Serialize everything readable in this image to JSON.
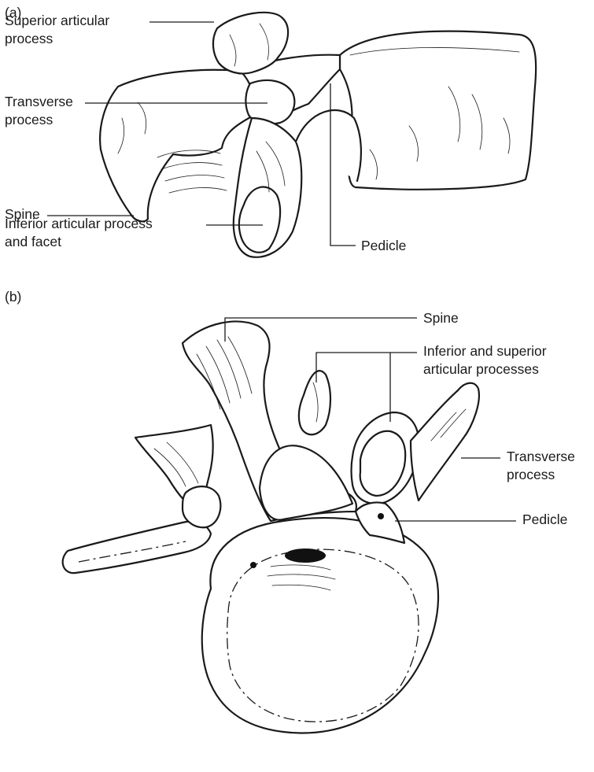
{
  "panels": [
    {
      "id": "a",
      "tag": "(a)"
    },
    {
      "id": "b",
      "tag": "(b)"
    }
  ],
  "labels_a": {
    "superior_line1": "Superior articular",
    "superior_line2": "process",
    "transverse_line1": "Transverse",
    "transverse_line2": "process",
    "spine": "Spine",
    "inferior_line1": "Inferior articular process",
    "inferior_line2": "and facet",
    "pedicle": "Pedicle"
  },
  "labels_b": {
    "spine": "Spine",
    "articular_line1": "Inferior and superior",
    "articular_line2": "articular processes",
    "transverse_line1": "Transverse",
    "transverse_line2": "process",
    "pedicle": "Pedicle"
  }
}
